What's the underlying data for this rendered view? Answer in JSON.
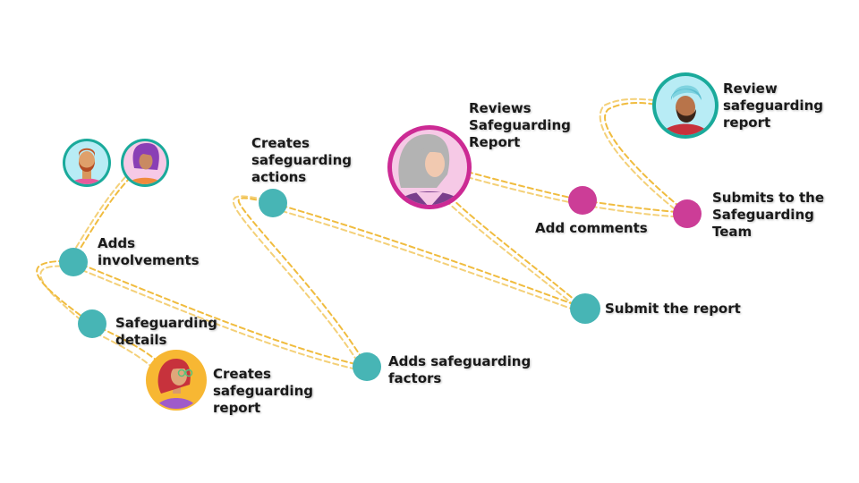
{
  "colors": {
    "teal": "#47b5b5",
    "magenta": "#cc3d97",
    "path": "#f0bc3f",
    "avatar_teal_ring": "#1aaa9b",
    "avatar_magenta_ring": "#cc2a94",
    "avatar_yellow_bg": "#f7b733",
    "avatar_cyan_bg": "#b8ecf5",
    "avatar_pink_bg": "#f6c9e6"
  },
  "avatars": [
    {
      "id": "man-beard",
      "icon": "person-beard-avatar"
    },
    {
      "id": "woman-purple",
      "icon": "person-purple-hair-avatar"
    },
    {
      "id": "woman-glasses",
      "icon": "person-glasses-avatar"
    },
    {
      "id": "grey-hair",
      "icon": "person-grey-hair-avatar"
    },
    {
      "id": "turban",
      "icon": "person-turban-avatar"
    }
  ],
  "steps": [
    {
      "id": "adds-involvements",
      "label": "Adds\ninvolvements",
      "color": "teal"
    },
    {
      "id": "safeguarding-details",
      "label": "Safeguarding\ndetails",
      "color": "teal"
    },
    {
      "id": "creates-report",
      "label": "Creates\nsafeguarding\nreport",
      "color": "avatar"
    },
    {
      "id": "adds-factors",
      "label": "Adds safeguarding\nfactors",
      "color": "teal"
    },
    {
      "id": "creates-actions",
      "label": "Creates\nsafeguarding\nactions",
      "color": "teal"
    },
    {
      "id": "submit-report",
      "label": "Submit the report",
      "color": "teal"
    },
    {
      "id": "reviews-report",
      "label": "Reviews\nSafeguarding\nReport",
      "color": "avatar"
    },
    {
      "id": "add-comments",
      "label": "Add comments",
      "color": "magenta"
    },
    {
      "id": "submits-team",
      "label": "Submits to the\nSafeguarding\nTeam",
      "color": "magenta"
    },
    {
      "id": "review-report",
      "label": "Review\nsafeguarding\nreport",
      "color": "avatar"
    }
  ]
}
